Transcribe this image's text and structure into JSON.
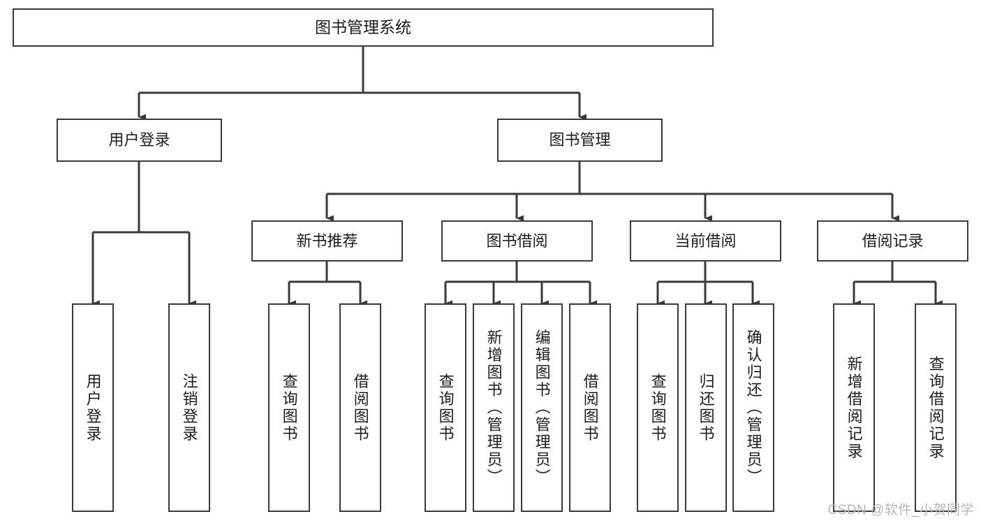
{
  "diagram": {
    "title_node": {
      "label": "图书管理系统"
    },
    "level2": [
      {
        "id": "user-login",
        "label": "用户登录"
      },
      {
        "id": "book-manage",
        "label": "图书管理"
      }
    ],
    "level3": [
      {
        "id": "new-book-recommend",
        "label": "新书推荐"
      },
      {
        "id": "book-borrow",
        "label": "图书借阅"
      },
      {
        "id": "current-borrow",
        "label": "当前借阅"
      },
      {
        "id": "borrow-record",
        "label": "借阅记录"
      }
    ],
    "leaves": {
      "user_login": [
        {
          "id": "leaf-user-login",
          "label": "用户登录"
        },
        {
          "id": "leaf-logout-login",
          "label": "注销登录"
        }
      ],
      "new_book_recommend": [
        {
          "id": "leaf-query-book-1",
          "label": "查询图书"
        },
        {
          "id": "leaf-borrow-book-1",
          "label": "借阅图书"
        }
      ],
      "book_borrow": [
        {
          "id": "leaf-query-book-2",
          "label": "查询图书"
        },
        {
          "id": "leaf-add-book",
          "label": "新增图书（管理员）"
        },
        {
          "id": "leaf-edit-book",
          "label": "编辑图书（管理员）"
        },
        {
          "id": "leaf-borrow-book-2",
          "label": "借阅图书"
        }
      ],
      "current_borrow": [
        {
          "id": "leaf-query-book-3",
          "label": "查询图书"
        },
        {
          "id": "leaf-return-book",
          "label": "归还图书"
        },
        {
          "id": "leaf-confirm-return",
          "label": "确认归还（管理员）"
        }
      ],
      "borrow_record": [
        {
          "id": "leaf-add-record",
          "label": "新增借阅记录"
        },
        {
          "id": "leaf-query-record",
          "label": "查询借阅记录"
        }
      ]
    }
  },
  "watermark": {
    "text": "CSDN @软件_小贺同学"
  },
  "colors": {
    "border": "#3a3a3a",
    "text": "#1d1d1d",
    "background": "#ffffff",
    "watermark": "#b6b6b6"
  }
}
